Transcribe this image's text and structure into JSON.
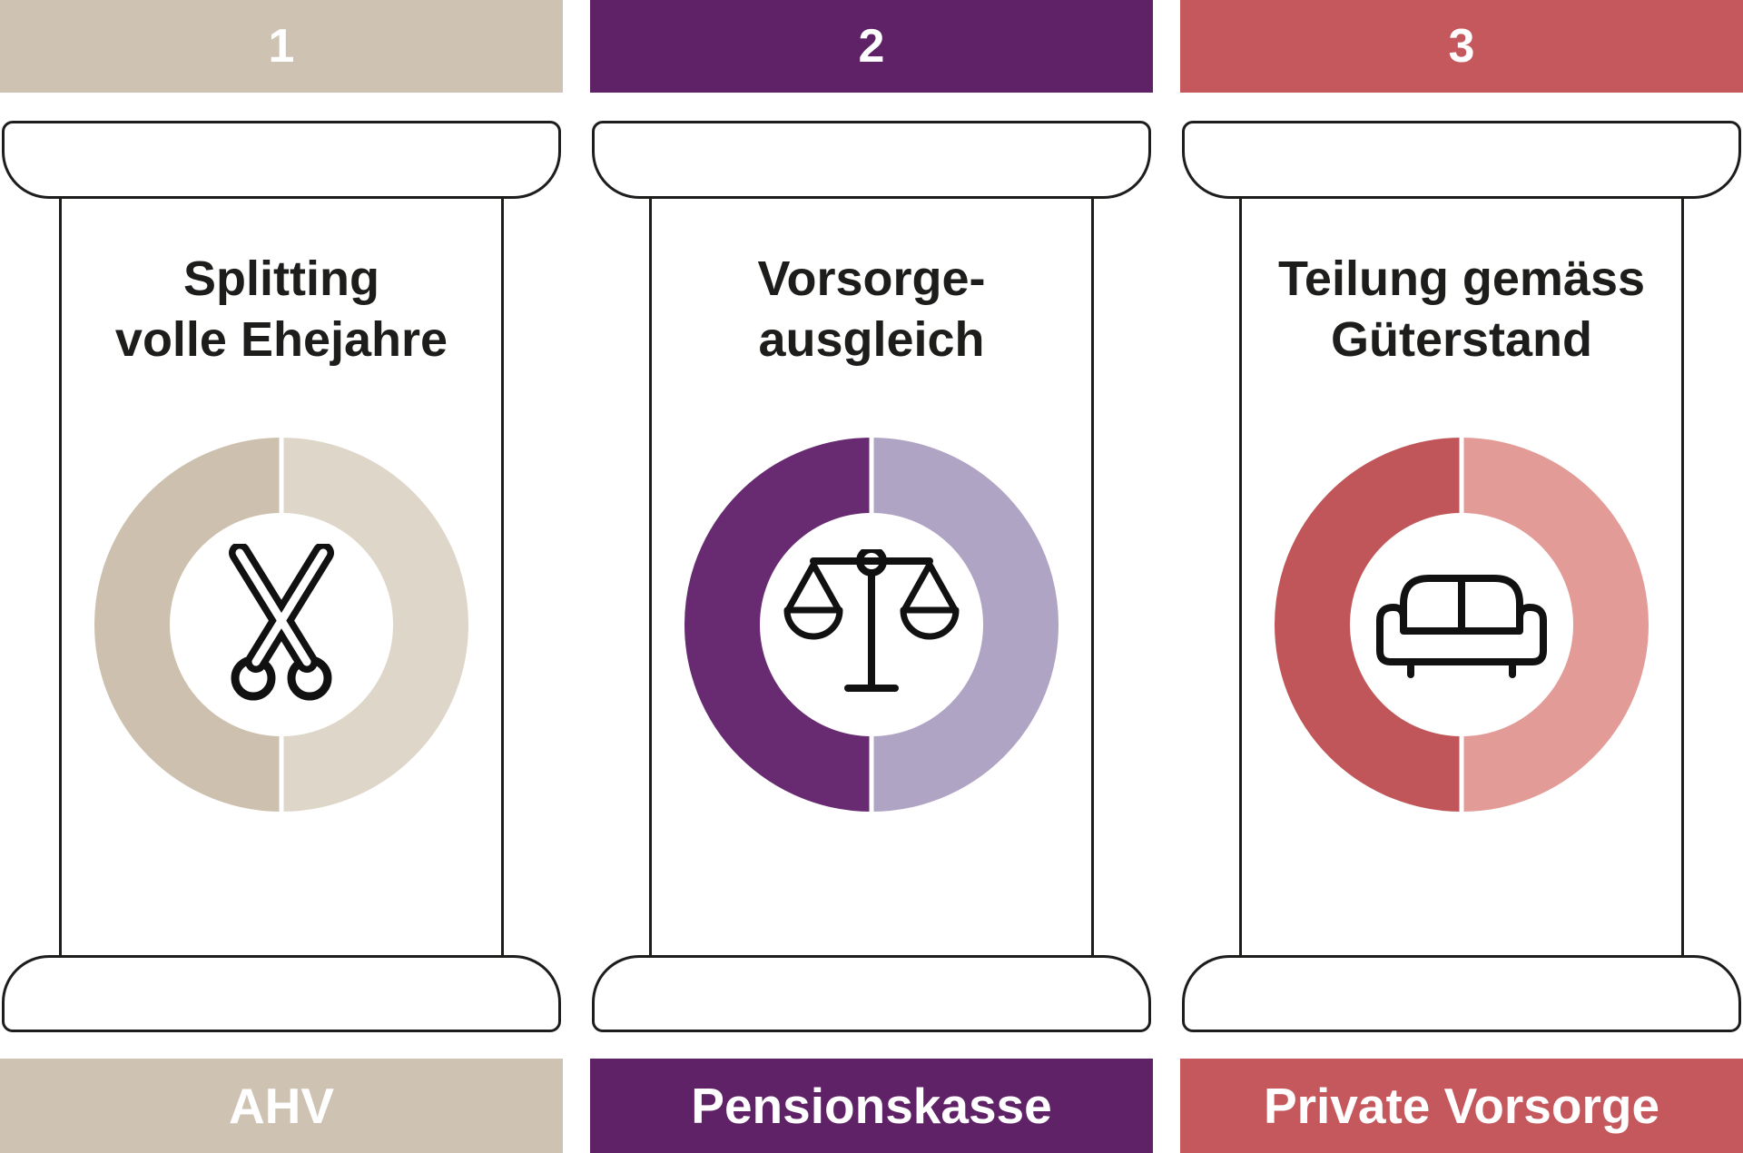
{
  "outline_color": "#1d1d1b",
  "text_color": "#1d1d1b",
  "icon_color": "#111111",
  "pillars": [
    {
      "number": "1",
      "title_line1": "Splitting",
      "title_line2": "volle Ehejahre",
      "footer_label": "AHV",
      "icon": "scissors-icon",
      "bar_color": "#cec2b2",
      "ring_left_color": "#cdc0ae",
      "ring_right_color": "#ded7c9"
    },
    {
      "number": "2",
      "title_line1": "Vorsorge-",
      "title_line2": "ausgleich",
      "footer_label": "Pensionskasse",
      "icon": "scales-icon",
      "bar_color": "#5f2266",
      "ring_left_color": "#682b72",
      "ring_right_color": "#b0a4c4"
    },
    {
      "number": "3",
      "title_line1": "Teilung gemäss",
      "title_line2": "Güterstand",
      "footer_label": "Private Vorsorge",
      "icon": "sofa-icon",
      "bar_color": "#c4585c",
      "ring_left_color": "#c05659",
      "ring_right_color": "#e39b98"
    }
  ]
}
